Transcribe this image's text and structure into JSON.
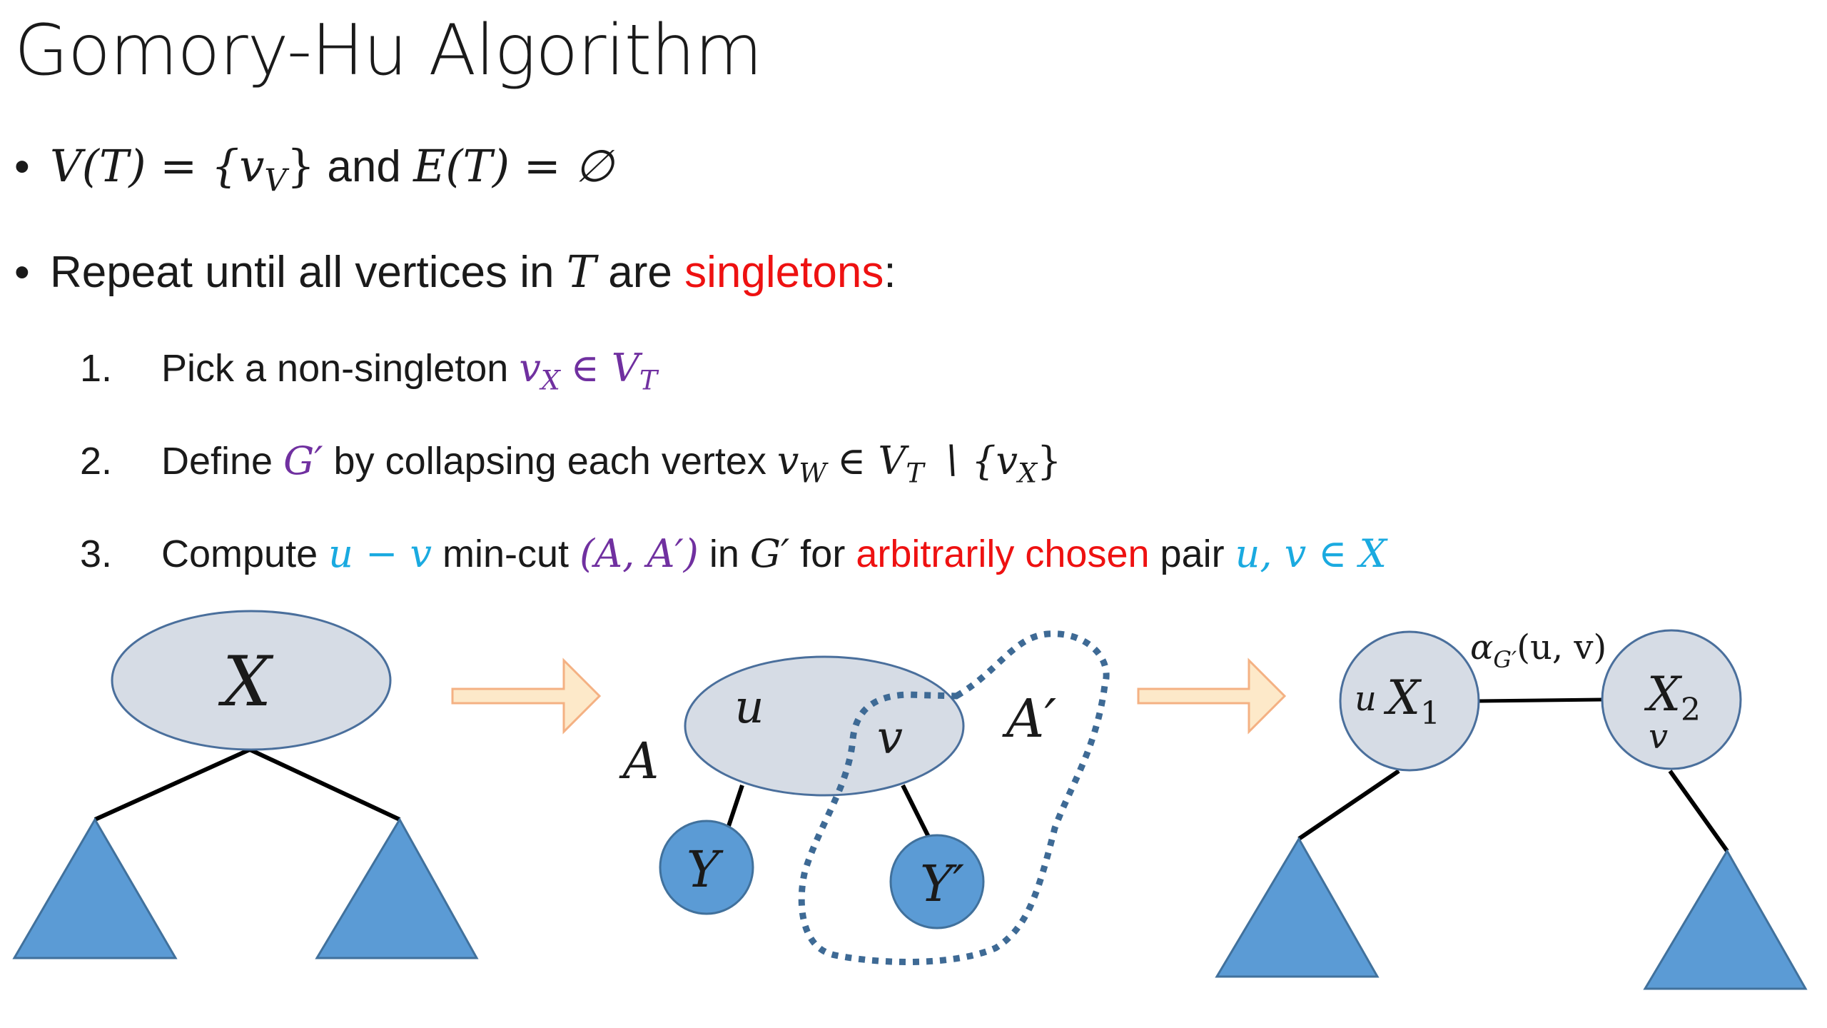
{
  "title": "Gomory-Hu Algorithm",
  "bullet1": {
    "expr1": "V(T) = {v",
    "expr1_sub": "V",
    "expr1_end": "}",
    "and_word": "and",
    "expr2": "E(T) = ∅"
  },
  "bullet2": {
    "prefix": "Repeat until all vertices in",
    "T": "T",
    "are": "are",
    "singletons": "singletons",
    "colon": ":"
  },
  "steps": [
    {
      "num": "1.",
      "text": "Pick a non-singleton",
      "math1": "v",
      "math1_sub": "X",
      "math2": "∈ V",
      "math2_sub": "T"
    },
    {
      "num": "2.",
      "text_a": "Define",
      "g_prime": "G′",
      "text_b": "by collapsing each vertex",
      "math": "v",
      "math_sub": "W",
      "math2": "∈ V",
      "math2_sub": "T",
      "math3": "∖ {v",
      "math3_sub": "X",
      "math3_end": "}"
    },
    {
      "num": "3.",
      "text_a": "Compute",
      "uv": "u − v",
      "text_b": "min-cut",
      "cut": "(A, A′)",
      "text_c": "in",
      "g": "G′",
      "text_d": "for",
      "arb": "arbitrarily chosen",
      "text_e": "pair",
      "pair": "u, v ∈ X"
    }
  ],
  "diagram": {
    "left": {
      "node": "X"
    },
    "middle": {
      "u": "u",
      "v": "v",
      "A": "A",
      "A_prime": "A′",
      "Y": "Y",
      "Y_prime": "Y′"
    },
    "right": {
      "X1": "X",
      "X1_sub": "1",
      "X2": "X",
      "X2_sub": "2",
      "u": "u",
      "v": "v",
      "edge_label": "α",
      "edge_label_sub": "G′",
      "edge_label_args": "(u, v)"
    }
  },
  "colors": {
    "node_fill": "#d6dce5",
    "node_stroke": "#4a6f9c",
    "triangle": "#5b9bd5",
    "arrow_fill": "#fde9c9",
    "arrow_stroke": "#f4b183",
    "dotted": "#3e6a95",
    "red": "#ee1111",
    "purple": "#7030a0",
    "cyan": "#1aaae0"
  }
}
